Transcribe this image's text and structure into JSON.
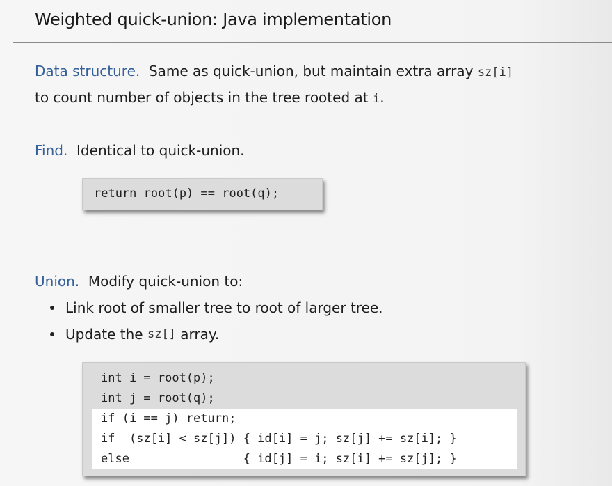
{
  "slide": {
    "title": "Weighted quick-union:  Java implementation",
    "data_structure": {
      "keyword": "Data structure.",
      "text1": "  Same as quick-union, but maintain extra array ",
      "code1": "sz[i]",
      "text2": "to count number of objects in the tree rooted at ",
      "code2": "i",
      "text3": "."
    },
    "find": {
      "keyword": "Find.",
      "text": "  Identical to quick-union.",
      "code_lines": [
        "return root(p) == root(q);"
      ]
    },
    "union": {
      "keyword": "Union.",
      "text": "  Modify quick-union to:",
      "bullets": [
        {
          "text": "Link root of smaller tree to root of larger tree."
        },
        {
          "pre": "Update the ",
          "code": "sz[]",
          "post": " array."
        }
      ],
      "code_lines": [
        "int i = root(p);",
        "int j = root(q);",
        "if (i == j) return;",
        "if  (sz[i] < sz[j]) { id[i] = j; sz[j] += sz[i]; }",
        "else                { id[j] = i; sz[i] += sz[j]; }"
      ]
    }
  }
}
